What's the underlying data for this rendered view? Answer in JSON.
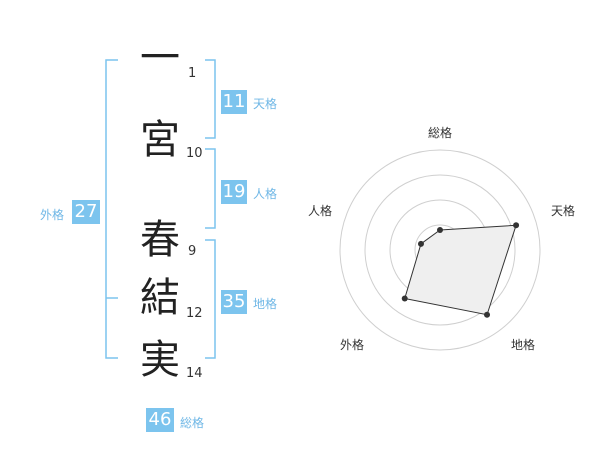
{
  "name": {
    "chars": [
      {
        "char": "一",
        "strokes": "1"
      },
      {
        "char": "宮",
        "strokes": "10"
      },
      {
        "char": "春",
        "strokes": "9"
      },
      {
        "char": "結",
        "strokes": "12"
      },
      {
        "char": "実",
        "strokes": "14"
      }
    ]
  },
  "kaku": {
    "tenkaku": {
      "value": "11",
      "label": "天格"
    },
    "jinkaku": {
      "value": "19",
      "label": "人格"
    },
    "chikaku": {
      "value": "35",
      "label": "地格"
    },
    "gaikaku": {
      "value": "27",
      "label": "外格"
    },
    "soukaku": {
      "value": "46",
      "label": "総格"
    }
  },
  "colors": {
    "accent": "#7cc4ee",
    "bracket": "#7cc4ee",
    "radar_fill": "#efefef",
    "radar_stroke": "#333333"
  },
  "chart_data": {
    "type": "radar",
    "axes": [
      "総格",
      "天格",
      "地格",
      "外格",
      "人格"
    ],
    "values": [
      1,
      4,
      4,
      3,
      1
    ],
    "max": 5,
    "rings": 4
  }
}
